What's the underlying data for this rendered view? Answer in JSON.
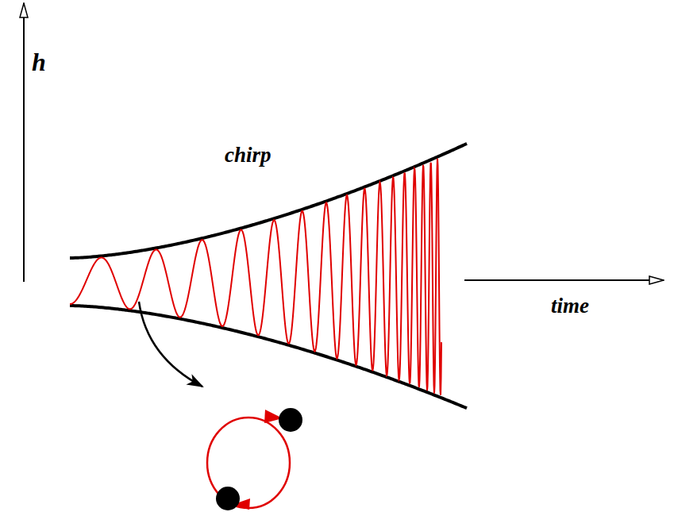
{
  "diagram": {
    "labels": [
      "h",
      "chirp",
      "time"
    ]
  }
}
